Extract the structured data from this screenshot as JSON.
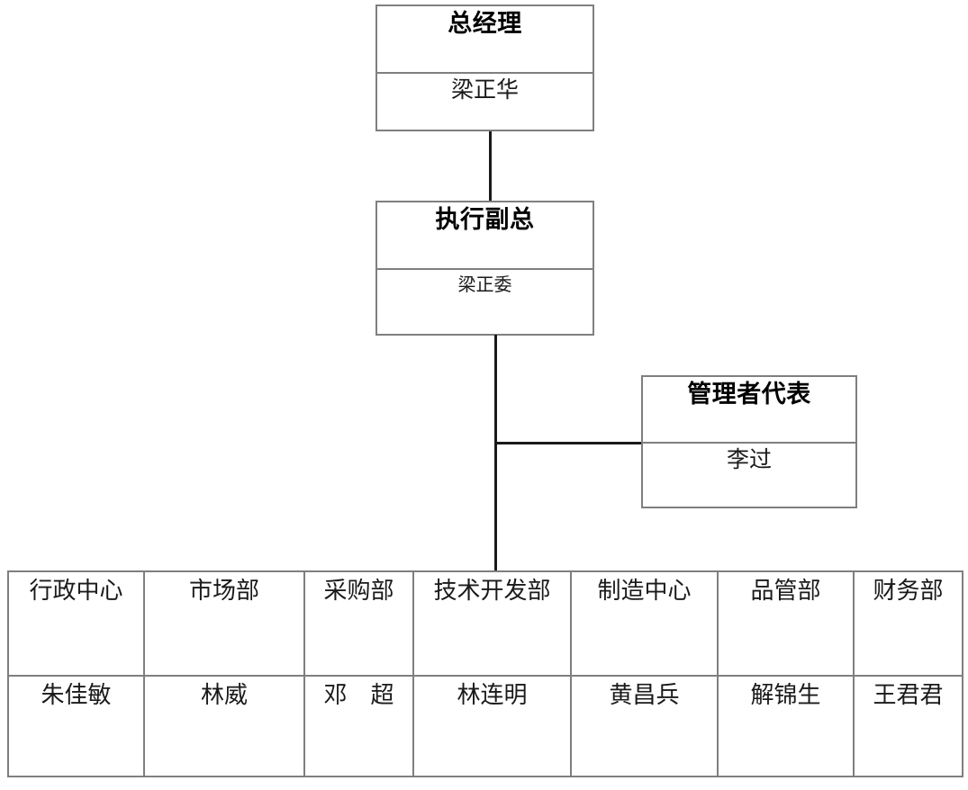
{
  "chart": {
    "kind": "organization-chart",
    "colors": {
      "box_border": "#7f7f7f",
      "connector": "#1a1a1a",
      "background": "#ffffff",
      "text": "#1a1a1a"
    }
  },
  "nodes": {
    "general_manager": {
      "title": "总经理",
      "name": "梁正华"
    },
    "executive_vice_president": {
      "title": "执行副总",
      "name": "梁正委"
    },
    "management_representative": {
      "title": "管理者代表",
      "name": "李过"
    }
  },
  "departments": {
    "headers": [
      "行政中心",
      "市场部",
      "采购部",
      "技术开发部",
      "制造中心",
      "品管部",
      "财务部"
    ],
    "names": [
      "朱佳敏",
      "林威",
      "邓　超",
      "林连明",
      "黄昌兵",
      "解锦生",
      "王君君"
    ]
  }
}
